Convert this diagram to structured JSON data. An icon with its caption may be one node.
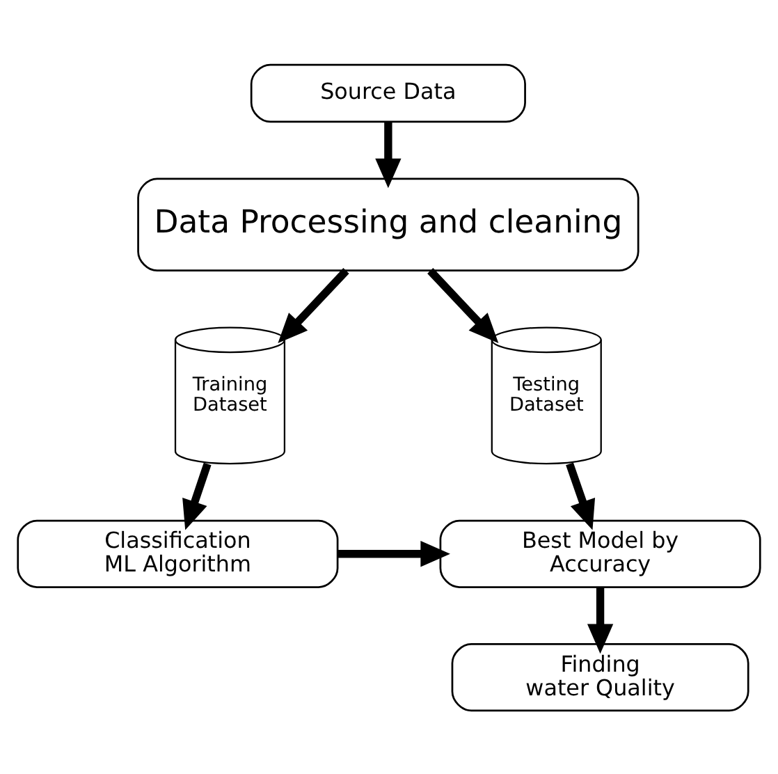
{
  "diagram": {
    "nodes": [
      {
        "text": [
          "Source Data"
        ]
      },
      {
        "text": [
          "Data Processing and cleaning"
        ]
      },
      {
        "text": [
          "Training Dataset"
        ]
      },
      {
        "text": [
          "Testing Dataset"
        ]
      },
      {
        "text": [
          "Classification ML Algorithm"
        ]
      },
      {
        "text": [
          "Best Model by Accuracy"
        ]
      },
      {
        "text": [
          "Finding water Quality"
        ]
      }
    ],
    "edges": [
      {
        "from": 0,
        "to": 1,
        "arrow": "to"
      },
      {
        "from": 1,
        "to": 2,
        "arrow": "to"
      },
      {
        "from": 1,
        "to": 3,
        "arrow": "to"
      },
      {
        "from": 2,
        "to": 4,
        "arrow": "to"
      },
      {
        "from": 3,
        "to": 5,
        "arrow": "to"
      },
      {
        "from": 4,
        "to": 5,
        "arrow": "to"
      },
      {
        "from": 5,
        "to": 6,
        "arrow": "to"
      }
    ]
  }
}
